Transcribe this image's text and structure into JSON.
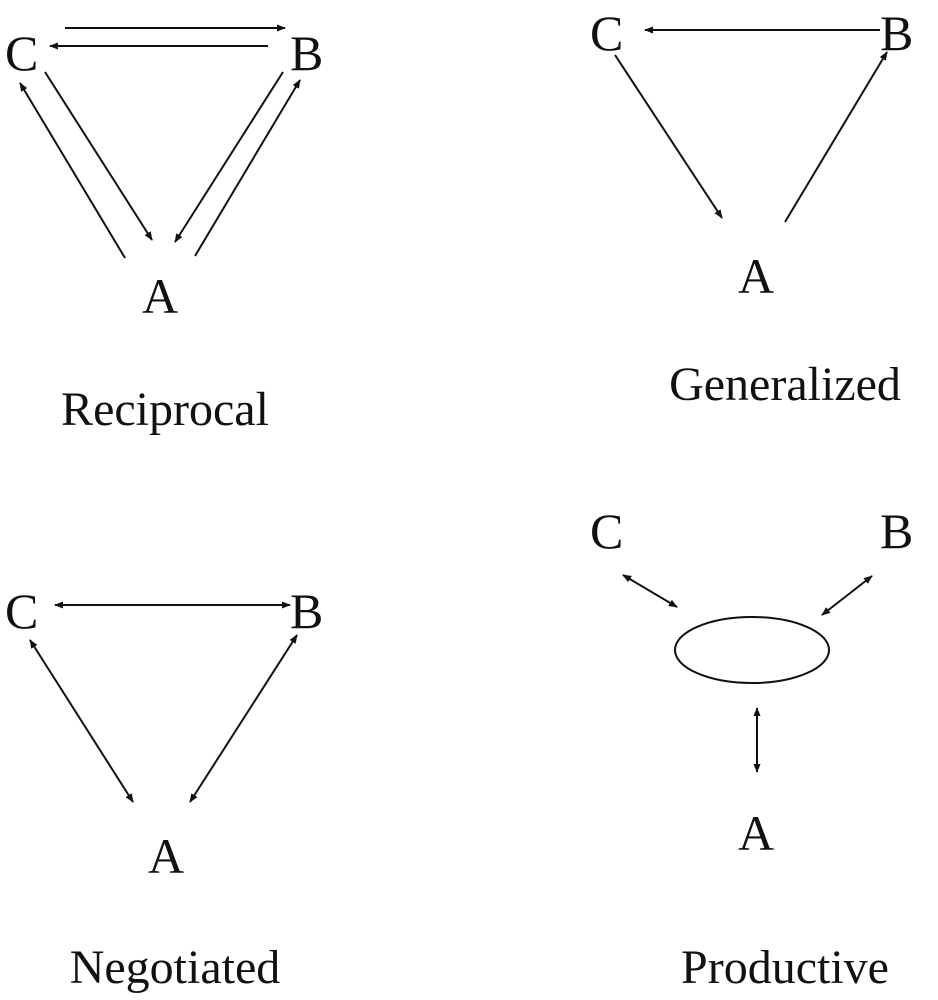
{
  "panels": [
    {
      "id": "reciprocal",
      "label": "Reciprocal",
      "nodes": {
        "a": "A",
        "b": "B",
        "c": "C"
      }
    },
    {
      "id": "generalized",
      "label": "Generalized",
      "nodes": {
        "a": "A",
        "b": "B",
        "c": "C"
      }
    },
    {
      "id": "negotiated",
      "label": "Negotiated",
      "nodes": {
        "a": "A",
        "b": "B",
        "c": "C"
      }
    },
    {
      "id": "productive",
      "label": "Productive",
      "nodes": {
        "a": "A",
        "b": "B",
        "c": "C"
      }
    }
  ]
}
